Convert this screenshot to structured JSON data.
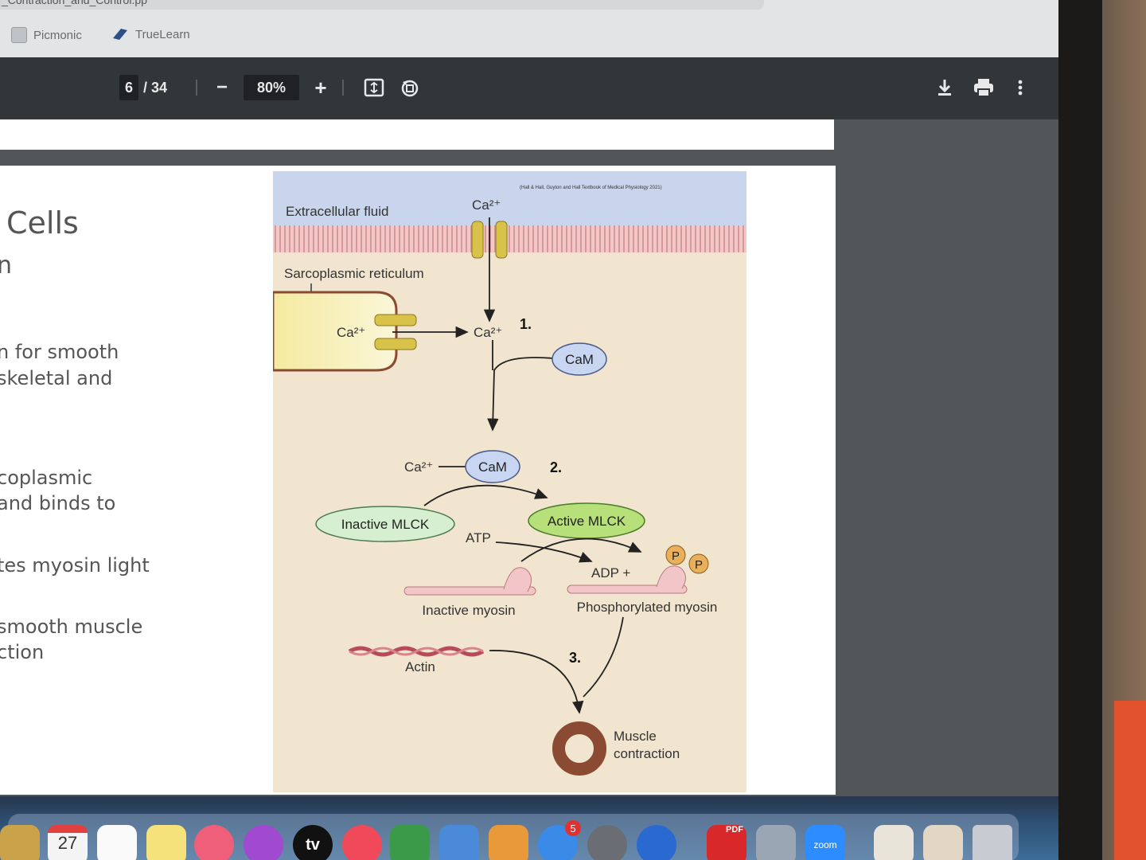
{
  "browser": {
    "url_fragment": "_Contraction_and_Control.pp",
    "bookmarks": [
      "Picmonic",
      "TrueLearn"
    ]
  },
  "pdf_toolbar": {
    "current_page": "6",
    "total_pages": "/ 34",
    "zoom": "80%",
    "minus": "−",
    "plus": "+"
  },
  "slide": {
    "title": "Cells",
    "subtitle_frag": "n",
    "lines": [
      "n for smooth",
      " skeletal and",
      "coplasmic",
      "and binds to",
      "tes myosin light",
      "smooth muscle",
      "ction"
    ]
  },
  "diagram": {
    "citation": "(Hall & Hall, Guyton and Hall Textbook of Medical Physiology 2021)",
    "extracellular": "Extracellular fluid",
    "ca_top": "Ca²⁺",
    "sr_label": "Sarcoplasmic reticulum",
    "ca_sr": "Ca²⁺",
    "ca_cyt": "Ca²⁺",
    "step1": "1.",
    "cam": "CaM",
    "ca_cam": "Ca²⁺",
    "cam2": "CaM",
    "step2": "2.",
    "inactive_mlck": "Inactive MLCK",
    "active_mlck": "Active MLCK",
    "atp": "ATP",
    "adp": "ADP +",
    "p1": "P",
    "p2": "P",
    "inactive_myosin": "Inactive myosin",
    "phospho_myosin": "Phosphorylated myosin",
    "actin": "Actin",
    "step3": "3.",
    "contraction_1": "Muscle",
    "contraction_2": "contraction"
  },
  "colors": {
    "pdf_toolbar": "#323639",
    "viewer_bg": "#525659",
    "membrane": "#e8a8a8",
    "channel": "#d8c24a",
    "cam_fill": "#c8d6f2",
    "inactive_mlck_fill": "#d6efd0",
    "active_mlck_fill": "#b8e07a",
    "muscle_ring": "#8b4a32"
  },
  "dock": {
    "calendar_day": "27",
    "appstore_badge": "5",
    "tv_label": "tv",
    "pdf_label": "PDF",
    "zoom_label": "zoom"
  }
}
